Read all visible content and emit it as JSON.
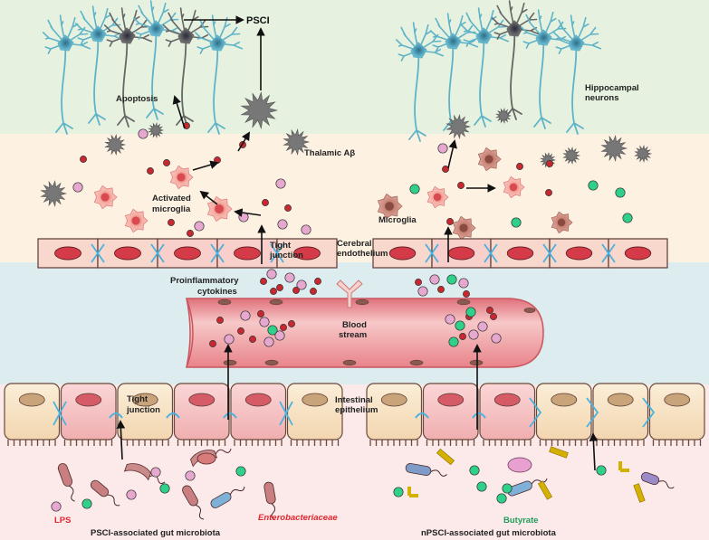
{
  "labels": {
    "psci_top": "PSCI",
    "apoptosis": "Apoptosis",
    "thalamic": "Thalamic Aβ",
    "activated_microglia_1": "Activated",
    "activated_microglia_2": "microglia",
    "microglia": "Microglia",
    "hippocampal_1": "Hippocampal",
    "hippocampal_2": "neurons",
    "tight_junction_1": "Tight",
    "tight_junction_2": "junction",
    "cerebral_1": "Cerebral",
    "cerebral_2": "endothelium",
    "proinflam_1": "Proinflammatory",
    "proinflam_2": "cytokines",
    "blood_1": "Blood",
    "blood_2": "stream",
    "intestinal_1": "Intestinal",
    "intestinal_2": "epithelium",
    "tight_lower_1": "Tight",
    "tight_lower_2": "junction",
    "lps": "LPS",
    "psci_microbiota": "PSCI-associated gut microbiota",
    "enterobacteriaceae": "Enterobacteriaceae",
    "butyrate": "Butyrate",
    "npsci_microbiota": "nPSCI-associated gut microbiota"
  },
  "colors": {
    "band_brain": "#e4f1df",
    "band_tissue": "#fdf0e0",
    "band_blood": "#dcecef",
    "band_gut": "#fce8e8",
    "endothelium": "#f8d8cc",
    "vessel": "#f2a7a8",
    "cytokine_red": "#c8282f",
    "cytokine_pink": "#e7a8d0",
    "butyrate_green": "#2fd08a",
    "neuron_blue": "#6fc3d8",
    "neuron_gray": "#6b6b6b",
    "microglia": "#f09a92",
    "beta_amyloid": "#777777"
  }
}
